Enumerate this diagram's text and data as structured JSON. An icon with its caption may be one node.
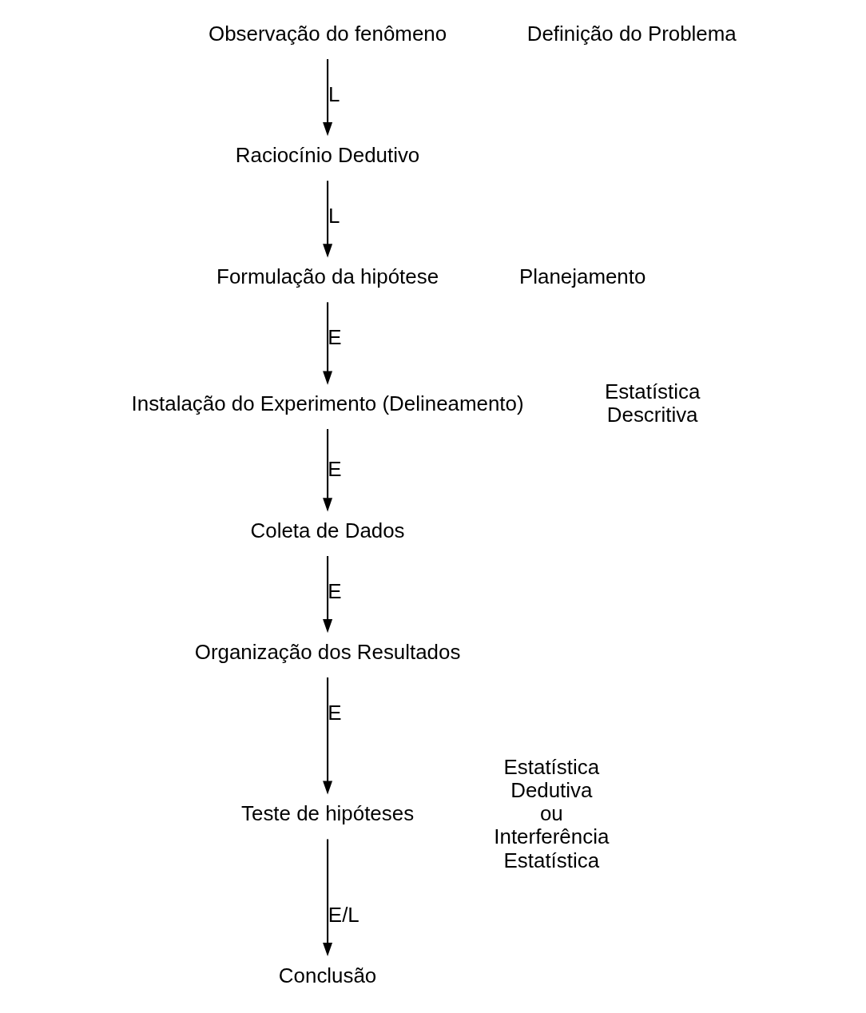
{
  "diagram": {
    "nodes": [
      {
        "text": [
          "Observação do fenômeno"
        ]
      },
      {
        "text": [
          "Raciocínio Dedutivo"
        ]
      },
      {
        "text": [
          "Formulação da hipótese"
        ]
      },
      {
        "text": [
          "Instalação do Experimento (Delineamento)"
        ]
      },
      {
        "text": [
          "Coleta de Dados"
        ]
      },
      {
        "text": [
          "Organização dos Resultados"
        ]
      },
      {
        "text": [
          "Teste de hipóteses"
        ]
      },
      {
        "text": [
          "Conclusão"
        ]
      }
    ],
    "edges": [
      {
        "from": 0,
        "to": 1,
        "arrow": "to",
        "label": "L"
      },
      {
        "from": 1,
        "to": 2,
        "arrow": "to",
        "label": "L"
      },
      {
        "from": 2,
        "to": 3,
        "arrow": "to",
        "label": "E"
      },
      {
        "from": 3,
        "to": 4,
        "arrow": "to",
        "label": "E"
      },
      {
        "from": 4,
        "to": 5,
        "arrow": "to",
        "label": "E"
      },
      {
        "from": 5,
        "to": 6,
        "arrow": "to",
        "label": "E"
      },
      {
        "from": 6,
        "to": 7,
        "arrow": "to",
        "label": "E/L"
      }
    ],
    "labels": [
      "Definição do Problema",
      "Estatística Descritiva",
      "Planejamento",
      "Estatística Dedutiva ou Interferência Estatística"
    ]
  }
}
